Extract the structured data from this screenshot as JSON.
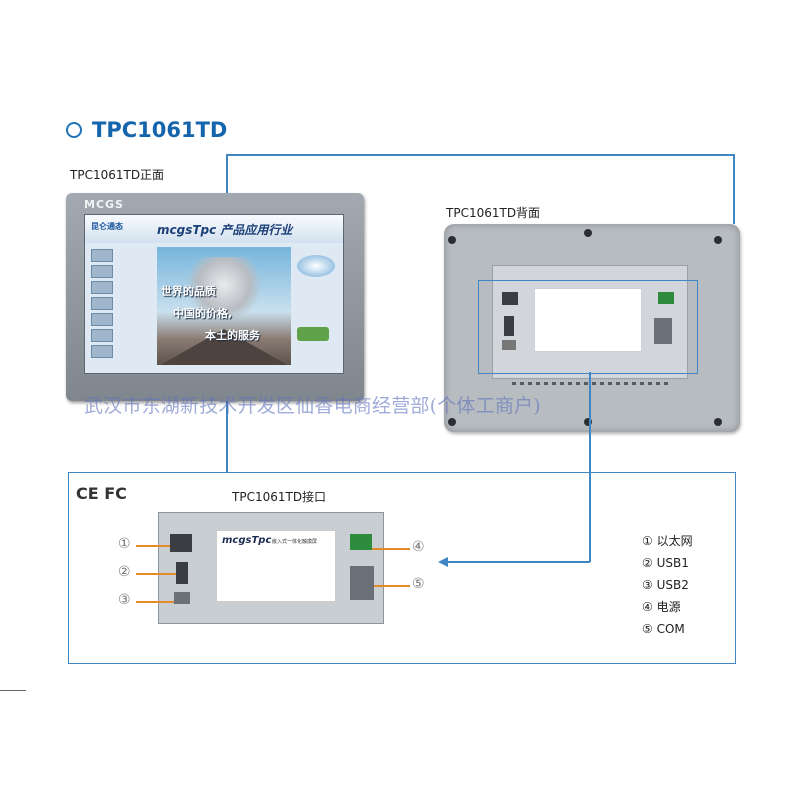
{
  "title": "TPC1061TD",
  "labels": {
    "front": "TPC1061TD正面",
    "back": "TPC1061TD背面",
    "interface": "TPC1061TD接口"
  },
  "front_panel": {
    "brand": "MCGS",
    "screen_logo": "昆仑通态",
    "screen_brand": "mcgsTpc 产品应用行业",
    "slogans": [
      "世界的品质",
      "中国的价格,",
      "本土的服务"
    ]
  },
  "watermark": "武汉市东湖新技术开发区仙香电商经营部(个体工商户)",
  "certifications": "CE FC",
  "sticker": {
    "brand": "mcgsTpc",
    "subtitle": "嵌入式一体化触摸屏"
  },
  "callouts": [
    "①",
    "②",
    "③",
    "④",
    "⑤"
  ],
  "legend": [
    {
      "num": "①",
      "text": "以太网"
    },
    {
      "num": "②",
      "text": "USB1"
    },
    {
      "num": "③",
      "text": "USB2"
    },
    {
      "num": "④",
      "text": "电源"
    },
    {
      "num": "⑤",
      "text": "COM"
    }
  ],
  "colors": {
    "accent": "#3f86c4",
    "title": "#1565ad",
    "connector": "#e58a2a"
  }
}
